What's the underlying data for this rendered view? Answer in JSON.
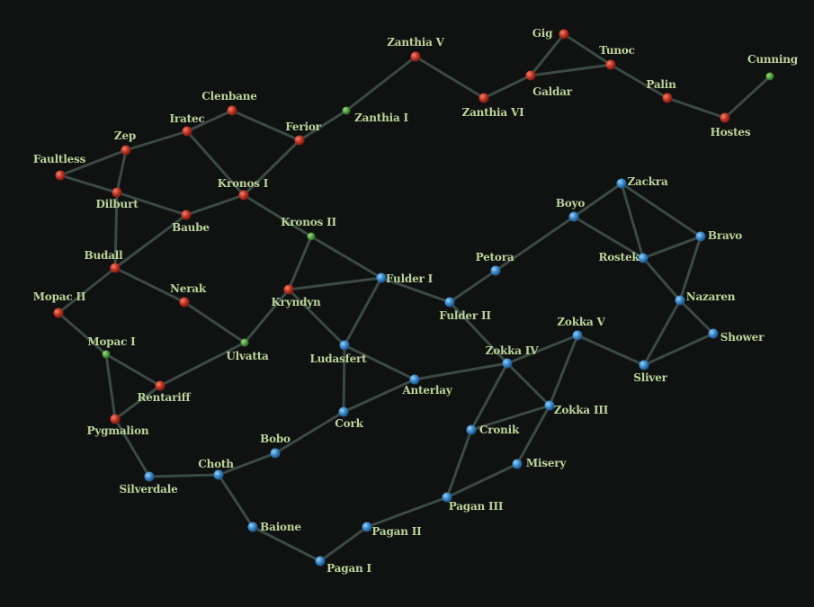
{
  "owner_colors": {
    "red": "#c8392a",
    "blue": "#3f8fd0",
    "green": "#5aa646"
  },
  "systems": [
    {
      "name": "Zanthia V",
      "owner": "red"
    },
    {
      "name": "Gig",
      "owner": "red"
    },
    {
      "name": "Tunoc",
      "owner": "red"
    },
    {
      "name": "Galdar",
      "owner": "red"
    },
    {
      "name": "Zanthia VI",
      "owner": "red"
    },
    {
      "name": "Palin",
      "owner": "red"
    },
    {
      "name": "Hostes",
      "owner": "red"
    },
    {
      "name": "Cunning",
      "owner": "green"
    },
    {
      "name": "Zanthia I",
      "owner": "green"
    },
    {
      "name": "Ferior",
      "owner": "red"
    },
    {
      "name": "Clenbane",
      "owner": "red"
    },
    {
      "name": "Iratec",
      "owner": "red"
    },
    {
      "name": "Zep",
      "owner": "red"
    },
    {
      "name": "Faultless",
      "owner": "red"
    },
    {
      "name": "Dilburt",
      "owner": "red"
    },
    {
      "name": "Kronos I",
      "owner": "red"
    },
    {
      "name": "Baube",
      "owner": "red"
    },
    {
      "name": "Kronos II",
      "owner": "green"
    },
    {
      "name": "Budall",
      "owner": "red"
    },
    {
      "name": "Nerak",
      "owner": "red"
    },
    {
      "name": "Kryndyn",
      "owner": "red"
    },
    {
      "name": "Fulder I",
      "owner": "blue"
    },
    {
      "name": "Fulder II",
      "owner": "blue"
    },
    {
      "name": "Petora",
      "owner": "blue"
    },
    {
      "name": "Boyo",
      "owner": "blue"
    },
    {
      "name": "Zackra",
      "owner": "blue"
    },
    {
      "name": "Bravo",
      "owner": "blue"
    },
    {
      "name": "Rostek",
      "owner": "blue"
    },
    {
      "name": "Nazaren",
      "owner": "blue"
    },
    {
      "name": "Shower",
      "owner": "blue"
    },
    {
      "name": "Sliver",
      "owner": "blue"
    },
    {
      "name": "Zokka V",
      "owner": "blue"
    },
    {
      "name": "Zokka IV",
      "owner": "blue"
    },
    {
      "name": "Zokka III",
      "owner": "blue"
    },
    {
      "name": "Mopac II",
      "owner": "red"
    },
    {
      "name": "Mopac I",
      "owner": "green"
    },
    {
      "name": "Ulvatta",
      "owner": "green"
    },
    {
      "name": "Ludasfert",
      "owner": "blue"
    },
    {
      "name": "Anterlay",
      "owner": "blue"
    },
    {
      "name": "Rentariff",
      "owner": "red"
    },
    {
      "name": "Pygmalion",
      "owner": "red"
    },
    {
      "name": "Cork",
      "owner": "blue"
    },
    {
      "name": "Cronik",
      "owner": "blue"
    },
    {
      "name": "Misery",
      "owner": "blue"
    },
    {
      "name": "Bobo",
      "owner": "blue"
    },
    {
      "name": "Choth",
      "owner": "blue"
    },
    {
      "name": "Silverdale",
      "owner": "blue"
    },
    {
      "name": "Pagan III",
      "owner": "blue"
    },
    {
      "name": "Pagan II",
      "owner": "blue"
    },
    {
      "name": "Baione",
      "owner": "blue"
    },
    {
      "name": "Pagan I",
      "owner": "blue"
    }
  ],
  "lanes": [
    [
      "Zanthia V",
      "Zanthia I"
    ],
    [
      "Zanthia V",
      "Zanthia VI"
    ],
    [
      "Zanthia VI",
      "Galdar"
    ],
    [
      "Galdar",
      "Gig"
    ],
    [
      "Galdar",
      "Tunoc"
    ],
    [
      "Gig",
      "Tunoc"
    ],
    [
      "Tunoc",
      "Palin"
    ],
    [
      "Palin",
      "Hostes"
    ],
    [
      "Hostes",
      "Cunning"
    ],
    [
      "Zanthia I",
      "Ferior"
    ],
    [
      "Ferior",
      "Clenbane"
    ],
    [
      "Ferior",
      "Kronos I"
    ],
    [
      "Clenbane",
      "Iratec"
    ],
    [
      "Iratec",
      "Zep"
    ],
    [
      "Iratec",
      "Kronos I"
    ],
    [
      "Zep",
      "Faultless"
    ],
    [
      "Zep",
      "Dilburt"
    ],
    [
      "Faultless",
      "Dilburt"
    ],
    [
      "Dilburt",
      "Baube"
    ],
    [
      "Dilburt",
      "Budall"
    ],
    [
      "Baube",
      "Kronos I"
    ],
    [
      "Baube",
      "Budall"
    ],
    [
      "Kronos I",
      "Kronos II"
    ],
    [
      "Kronos II",
      "Kryndyn"
    ],
    [
      "Kronos II",
      "Fulder I"
    ],
    [
      "Kryndyn",
      "Fulder I"
    ],
    [
      "Kryndyn",
      "Ulvatta"
    ],
    [
      "Kryndyn",
      "Ludasfert"
    ],
    [
      "Fulder I",
      "Ludasfert"
    ],
    [
      "Fulder I",
      "Fulder II"
    ],
    [
      "Fulder II",
      "Petora"
    ],
    [
      "Petora",
      "Boyo"
    ],
    [
      "Boyo",
      "Zackra"
    ],
    [
      "Boyo",
      "Rostek"
    ],
    [
      "Zackra",
      "Rostek"
    ],
    [
      "Zackra",
      "Bravo"
    ],
    [
      "Rostek",
      "Bravo"
    ],
    [
      "Rostek",
      "Nazaren"
    ],
    [
      "Bravo",
      "Nazaren"
    ],
    [
      "Nazaren",
      "Shower"
    ],
    [
      "Nazaren",
      "Sliver"
    ],
    [
      "Shower",
      "Sliver"
    ],
    [
      "Sliver",
      "Zokka V"
    ],
    [
      "Zokka V",
      "Zokka IV"
    ],
    [
      "Zokka V",
      "Zokka III"
    ],
    [
      "Fulder II",
      "Zokka IV"
    ],
    [
      "Zokka IV",
      "Anterlay"
    ],
    [
      "Zokka IV",
      "Zokka III"
    ],
    [
      "Zokka IV",
      "Cronik"
    ],
    [
      "Zokka III",
      "Cronik"
    ],
    [
      "Zokka III",
      "Misery"
    ],
    [
      "Cronik",
      "Pagan III"
    ],
    [
      "Misery",
      "Pagan III"
    ],
    [
      "Pagan III",
      "Pagan II"
    ],
    [
      "Pagan II",
      "Pagan I"
    ],
    [
      "Pagan I",
      "Baione"
    ],
    [
      "Baione",
      "Choth"
    ],
    [
      "Choth",
      "Silverdale"
    ],
    [
      "Choth",
      "Bobo"
    ],
    [
      "Bobo",
      "Cork"
    ],
    [
      "Cork",
      "Ludasfert"
    ],
    [
      "Cork",
      "Anterlay"
    ],
    [
      "Ludasfert",
      "Anterlay"
    ],
    [
      "Budall",
      "Nerak"
    ],
    [
      "Budall",
      "Mopac II"
    ],
    [
      "Nerak",
      "Ulvatta"
    ],
    [
      "Ulvatta",
      "Rentariff"
    ],
    [
      "Mopac II",
      "Mopac I"
    ],
    [
      "Mopac I",
      "Rentariff"
    ],
    [
      "Mopac I",
      "Pygmalion"
    ],
    [
      "Pygmalion",
      "Rentariff"
    ],
    [
      "Pygmalion",
      "Silverdale"
    ]
  ]
}
